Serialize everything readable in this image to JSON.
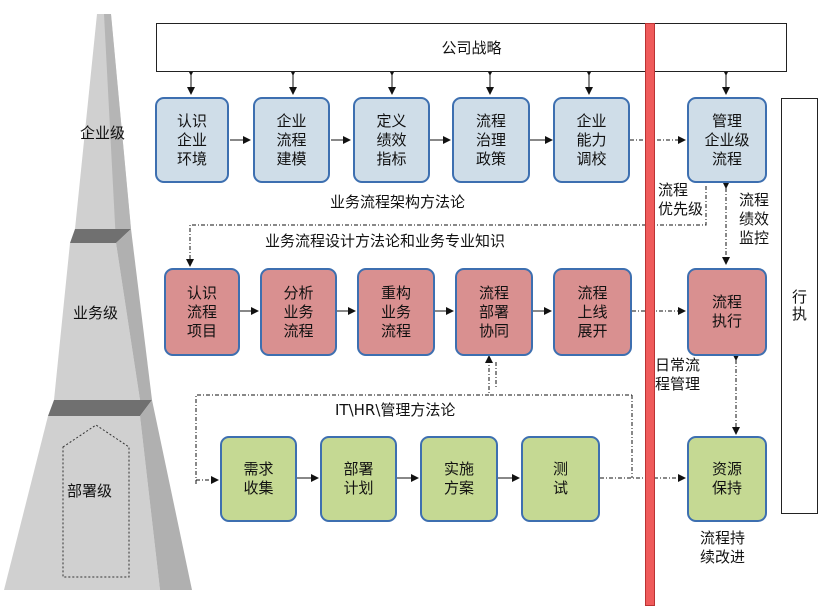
{
  "strategy": "公司战略",
  "execution": "行执",
  "levels": {
    "enterprise": "企业级",
    "business": "业务级",
    "deployment": "部署级"
  },
  "rows": {
    "enterprise": [
      "认识\n企业\n环境",
      "企业\n流程\n建模",
      "定义\n绩效\n指标",
      "流程\n治理\n政策",
      "企业\n能力\n调校"
    ],
    "business": [
      "认识\n流程\n项目",
      "分析\n业务\n流程",
      "重构\n业务\n流程",
      "流程\n部署\n协同",
      "流程\n上线\n展开"
    ],
    "deployment": [
      "需求\n收集",
      "部署\n计划",
      "实施\n方案",
      "测\n试"
    ]
  },
  "right_boxes": {
    "manage": "管理\n企业级\n流程",
    "execute": "流程\n执行",
    "resource": "资源\n保持"
  },
  "labels": {
    "architecture": "业务流程架构方法论",
    "design": "业务流程设计方法论和业务专业知识",
    "it_hr": "IT\\HR\\管理方法论",
    "priority": "流程\n优先级",
    "monitor": "流程\n绩效\n监控",
    "daily": "日常流\n程管理",
    "improve": "流程持\n续改进"
  },
  "colors": {
    "blue_fill": "#cfdde8",
    "red_fill": "#d99090",
    "green_fill": "#c5d993",
    "border": "#3d6fb0",
    "bar": "#ef5b5b"
  }
}
